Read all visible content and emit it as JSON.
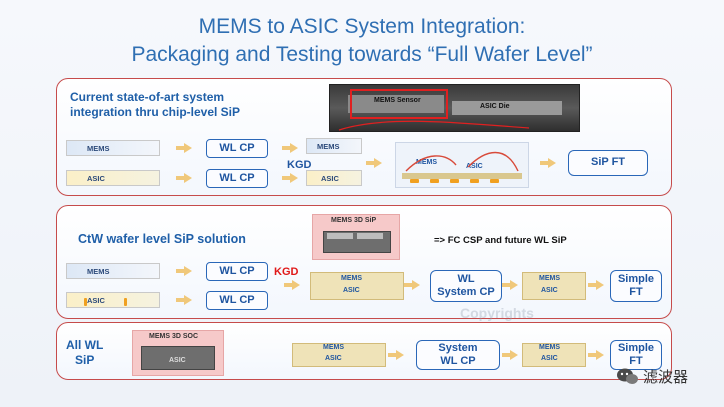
{
  "title": {
    "line1": "MEMS to ASIC System Integration:",
    "line2": "Packaging and Testing towards  “Full Wafer Level”"
  },
  "panel1": {
    "heading_line1": "Current state-of-art system",
    "heading_line2": "integration thru chip-level  SiP",
    "photo_mems_label": "MEMS Sensor",
    "photo_asic_label": "ASIC Die",
    "mems_chip": "MEMS",
    "asic_chip": "ASIC",
    "wlcp_top": "WL CP",
    "wlcp_bottom": "WL CP",
    "kgd": "KGD",
    "kgd_mems": "MEMS",
    "kgd_asic": "ASIC",
    "package_mems": "MEMS",
    "package_asic": "ASIC",
    "final": "SiP FT"
  },
  "panel2": {
    "heading": "CtW wafer level SiP solution",
    "image_label": "MEMS 3D SiP",
    "note": "=> FC CSP and future WL SiP",
    "mems_chip": "MEMS",
    "asic_chip": "ASIC",
    "wlcp_top": "WL CP",
    "wlcp_bottom": "WL CP",
    "kgd": "KGD",
    "stack_mems": "MEMS",
    "stack_asic": "ASIC",
    "system_cp_line1": "WL",
    "system_cp_line2": "System CP",
    "final_stack_mems": "MEMS",
    "final_stack_asic": "ASIC",
    "final_line1": "Simple",
    "final_line2": "FT",
    "watermark": "Copyrights"
  },
  "panel3": {
    "heading_line1": "All WL",
    "heading_line2": "SiP",
    "image_label": "MEMS 3D SOC",
    "image_asic": "ASIC",
    "stack_mems": "MEMS",
    "stack_asic": "ASIC",
    "system_cp_line1": "System",
    "system_cp_line2": "WL CP",
    "final_stack_mems": "MEMS",
    "final_stack_asic": "ASIC",
    "final_line1": "Simple",
    "final_line2": "FT"
  },
  "footer": {
    "brand": "滤波器"
  },
  "colors": {
    "title_blue": "#2f6fb3",
    "panel_border": "#c64b4b",
    "button_blue": "#2a67b8",
    "kgd_red": "#e01818",
    "arrow_orange": "#f0c87a"
  }
}
